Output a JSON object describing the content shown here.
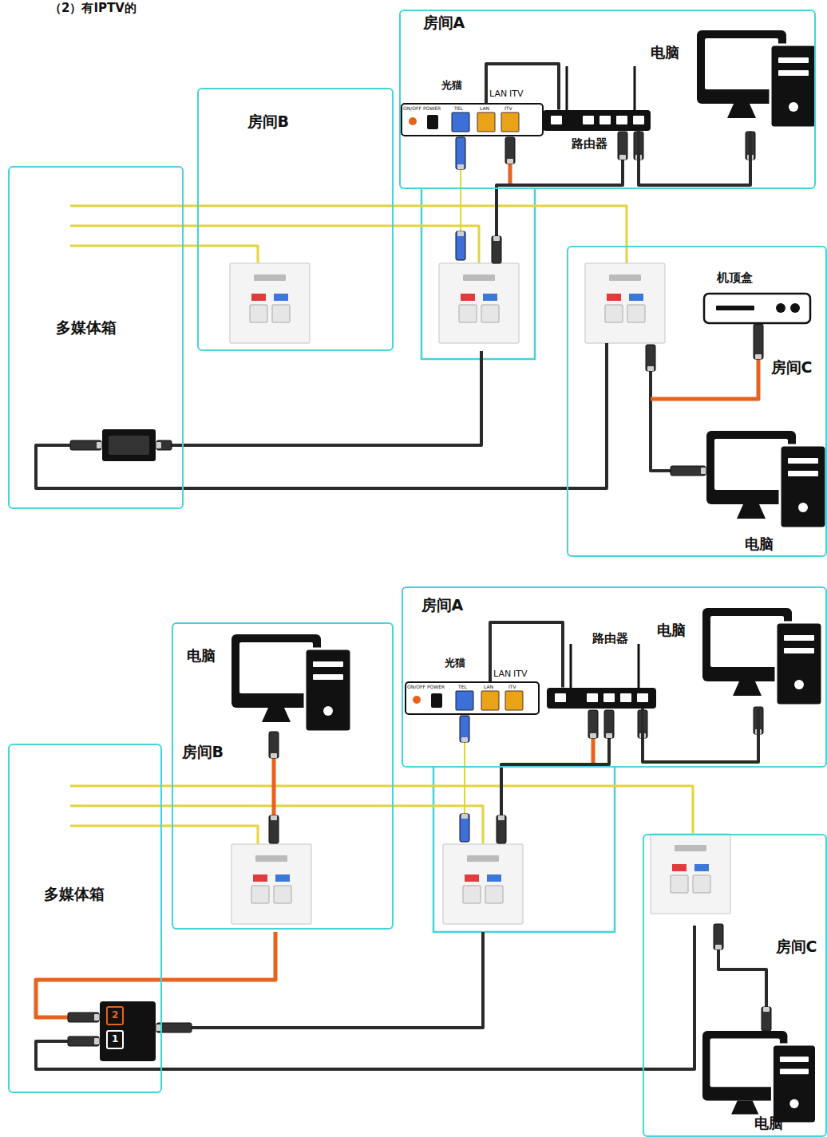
{
  "diagram": {
    "title": "（2）有IPTV的",
    "nodes": [
      {
        "text": [
          "房间A"
        ]
      },
      {
        "text": [
          "光猫"
        ],
        "in": 0
      },
      {
        "text": [
          "路由器"
        ],
        "in": 0
      },
      {
        "text": [
          "电脑"
        ],
        "in": 0
      },
      {
        "text": [
          "房间B"
        ]
      },
      {
        "text": [
          "多媒体箱"
        ]
      },
      {
        "text": [
          "房间C"
        ]
      },
      {
        "text": [
          "机顶盒"
        ],
        "in": 6
      },
      {
        "text": [
          "电脑"
        ],
        "in": 6
      },
      {
        "text": [
          "房间A"
        ]
      },
      {
        "text": [
          "光猫"
        ],
        "in": 9
      },
      {
        "text": [
          "路由器"
        ],
        "in": 9
      },
      {
        "text": [
          "电脑"
        ],
        "in": 9
      },
      {
        "text": [
          "房间B"
        ]
      },
      {
        "text": [
          "电脑"
        ],
        "in": 13
      },
      {
        "text": [
          "多媒体箱"
        ]
      },
      {
        "text": [
          "房间C"
        ]
      },
      {
        "text": [
          "电脑"
        ],
        "in": 16
      }
    ],
    "edges": [
      {
        "from": 1,
        "to": 2,
        "arrow": "none"
      },
      {
        "from": 2,
        "to": 3,
        "arrow": "none"
      },
      {
        "from": 10,
        "to": 11,
        "arrow": "none"
      },
      {
        "from": 11,
        "to": 12,
        "arrow": "none"
      }
    ],
    "labels": [
      "LAN",
      "ITV",
      "ON/OFF",
      "POWER",
      "TEL",
      "LAN",
      "ITV",
      "LAN",
      "ITV",
      "ON/OFF",
      "POWER",
      "TEL",
      "LAN",
      "ITV",
      "2",
      "1"
    ]
  }
}
